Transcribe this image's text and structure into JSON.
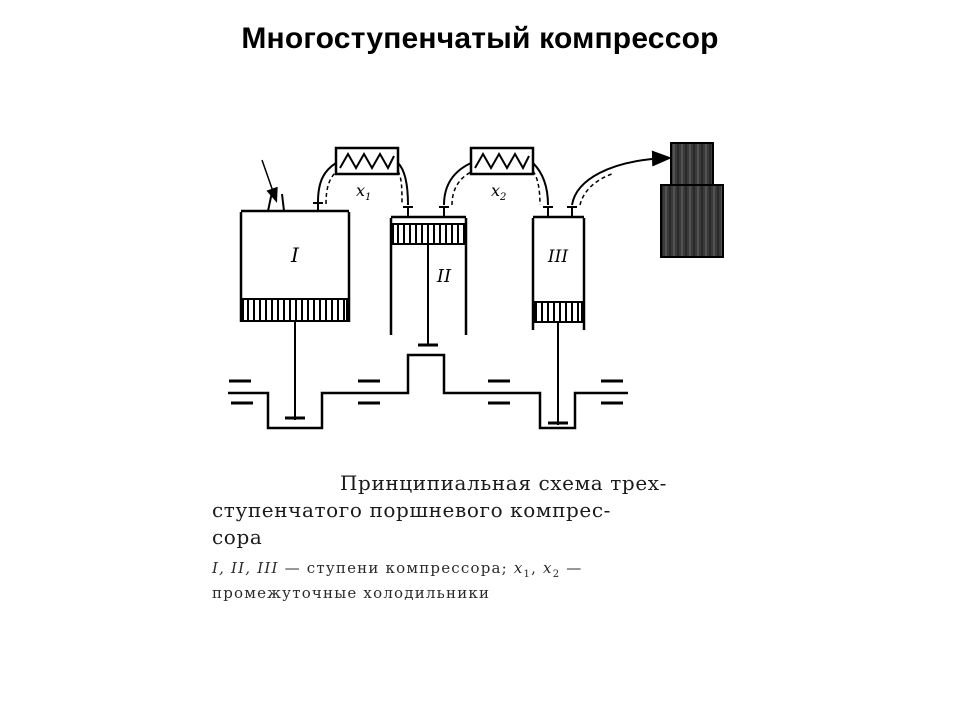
{
  "slide": {
    "title": "Многоступенчатый компрессор"
  },
  "diagram": {
    "stages": {
      "stage_1": "I",
      "stage_2": "II",
      "stage_3": "III"
    },
    "coolers": {
      "cooler_1": "x",
      "cooler_1_sub": "1",
      "cooler_2": "x",
      "cooler_2_sub": "2"
    }
  },
  "caption": {
    "title_line_1": "Принципиальная схема трех-",
    "title_line_2": "ступенчатого поршневого компрес-",
    "title_line_3": "сора",
    "legend_stages": "I, II, III",
    "legend_stages_desc": " — ступени компрессора; ",
    "legend_x1": "x",
    "legend_x1_sub": "1",
    "legend_x2": "x",
    "legend_x2_sub": "2",
    "legend_tail": " — промежуточные холодильники"
  }
}
